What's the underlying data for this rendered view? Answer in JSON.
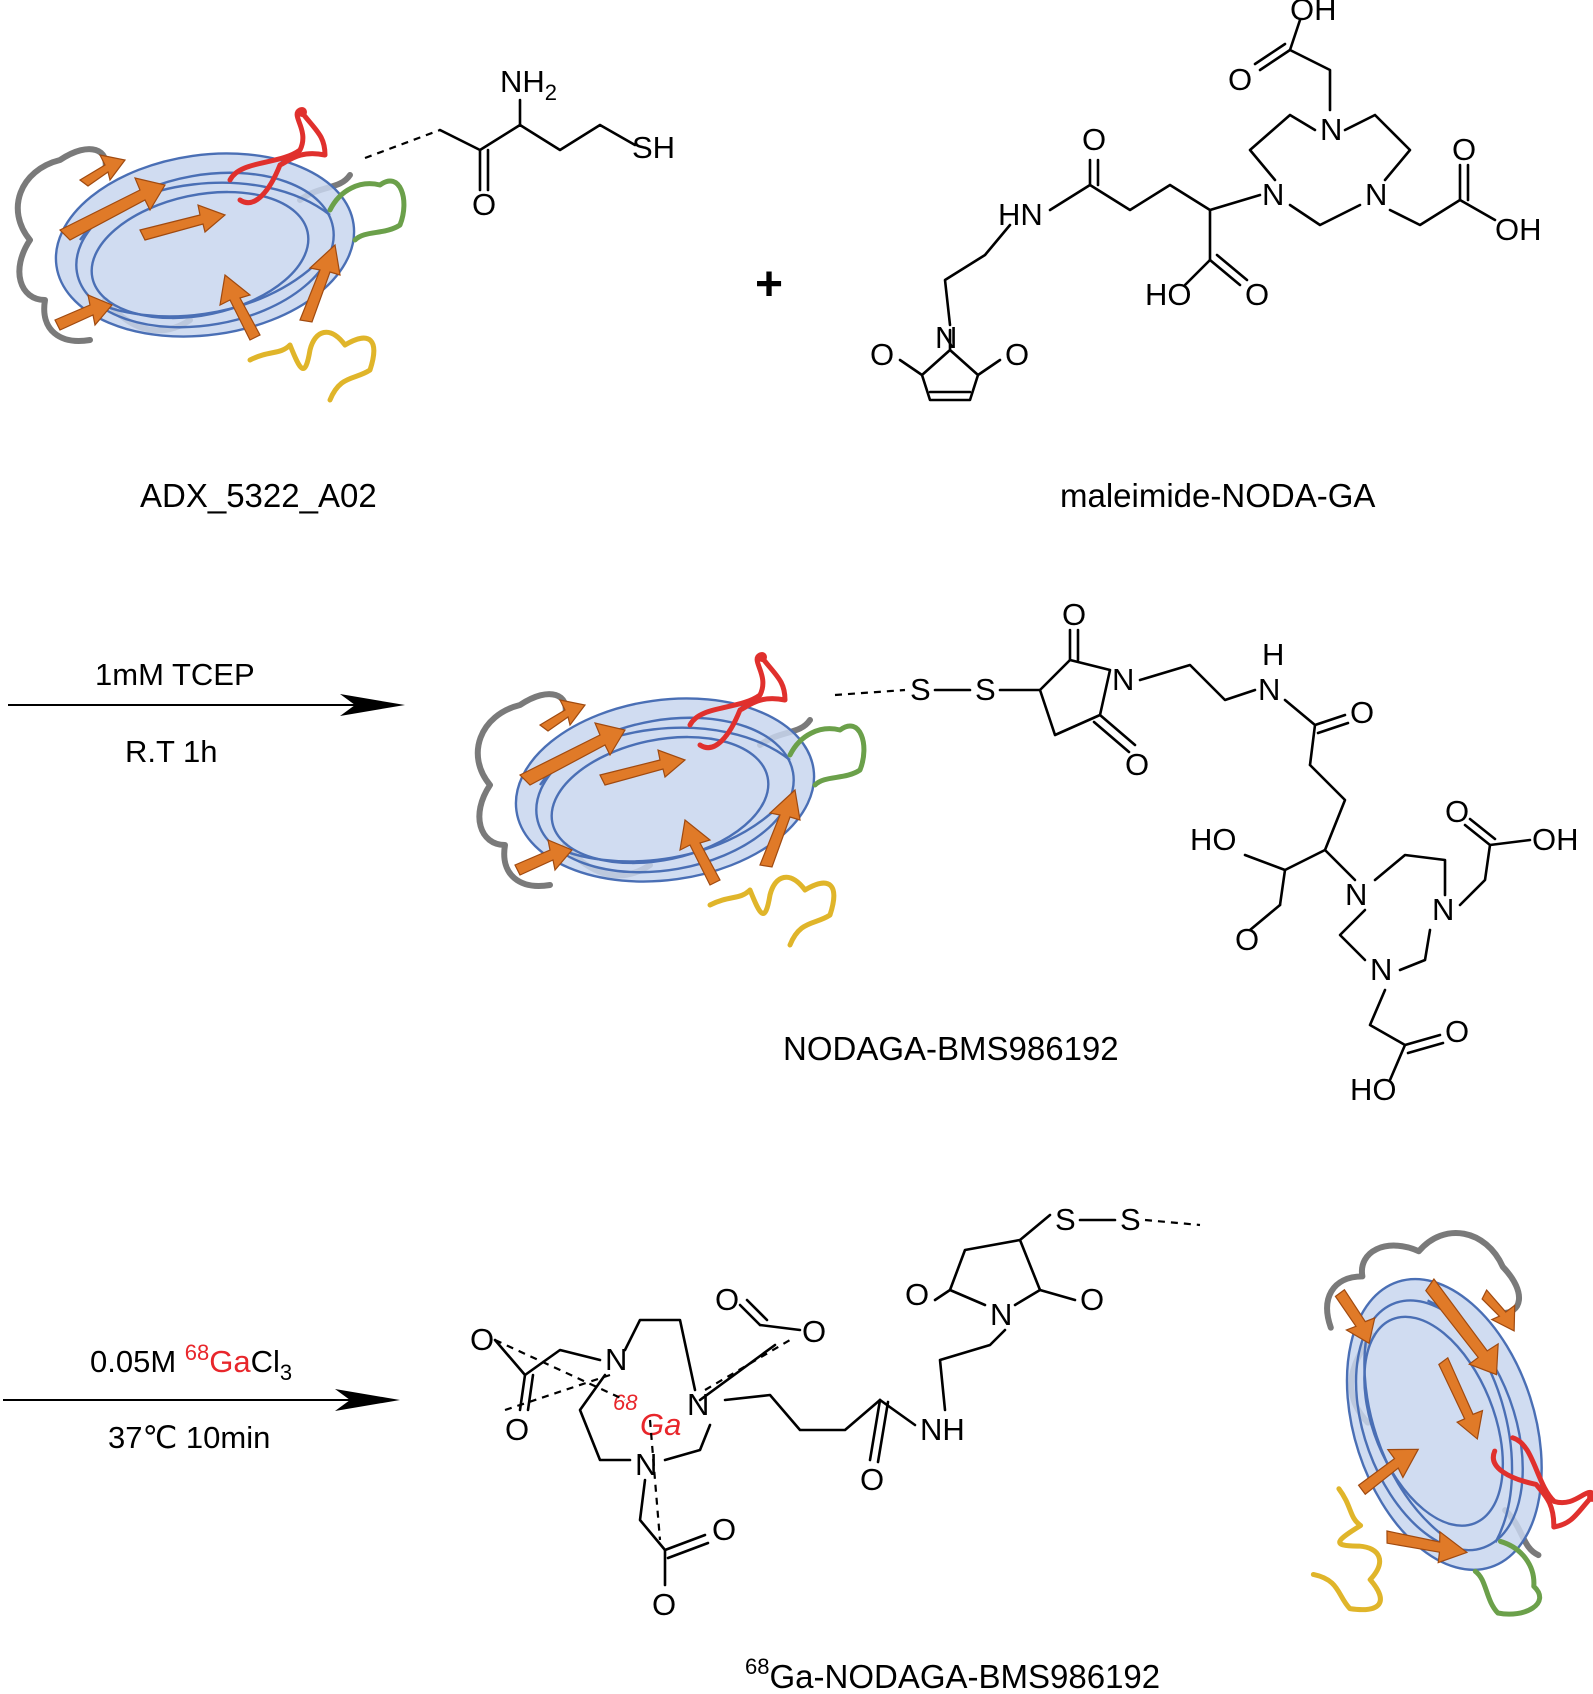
{
  "compounds": {
    "protein_label": "ADX_5322_A02",
    "chelator_label": "maleimide-NODA-GA",
    "conjugate_label": "NODAGA-BMS986192",
    "final_label_super": "68",
    "final_label_rest": "Ga-NODAGA-BMS986192"
  },
  "reaction1": {
    "plus": "+",
    "condition_top": "1mM TCEP",
    "condition_bottom": "R.T 1h"
  },
  "reaction2": {
    "condition_prefix": "0.05M ",
    "isotope": "68",
    "element": "Ga",
    "rest": "Cl",
    "subscript": "3",
    "condition_bottom": "37℃ 10min"
  },
  "atoms": {
    "nh2_main": "NH",
    "nh2_sub": "2",
    "sh": "SH",
    "o": "O",
    "oh": "OH",
    "ho": "HO",
    "hn": "HN",
    "nh": "NH",
    "n": "N",
    "h": "H",
    "s": "S",
    "ga_isotope": "68",
    "ga": "Ga"
  },
  "colors": {
    "metal": "#e8262b",
    "sheet": "#e07a28",
    "helix": "#4a6fb5",
    "loop_gray": "#7a7a7a",
    "loop_red": "#e0302d",
    "loop_green": "#6ba04a",
    "loop_yellow": "#e0b52a"
  }
}
